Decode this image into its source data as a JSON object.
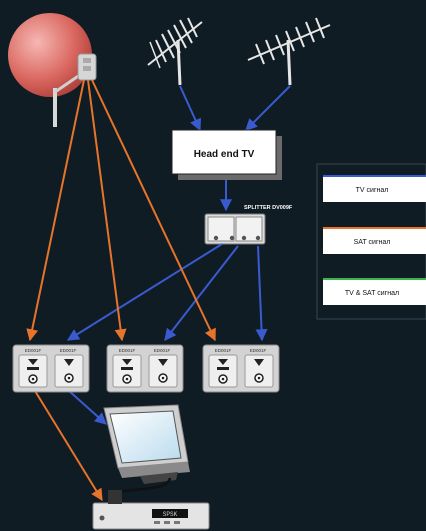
{
  "headend": {
    "label": "Head end TV"
  },
  "splitter": {
    "label": "SPLITTER DV009F"
  },
  "outlets": [
    {
      "left_label": "ED001F",
      "right_label": "ED001F"
    },
    {
      "left_label": "ED001F",
      "right_label": "ED001F"
    },
    {
      "left_label": "ED001F",
      "right_label": "ED001F"
    }
  ],
  "legend": {
    "items": [
      {
        "label": "TV сигнал",
        "color": "#3a5bd0"
      },
      {
        "label": "SAT сигнал",
        "color": "#e8732a"
      },
      {
        "label": "TV & SAT сигнал",
        "color": "#3cb54a"
      }
    ]
  },
  "receiver": {
    "display": "SPSK"
  },
  "colors": {
    "background": "#0f1c24",
    "tv_line": "#3a5bd0",
    "sat_line": "#e8732a",
    "tvsat_line": "#3cb54a"
  }
}
